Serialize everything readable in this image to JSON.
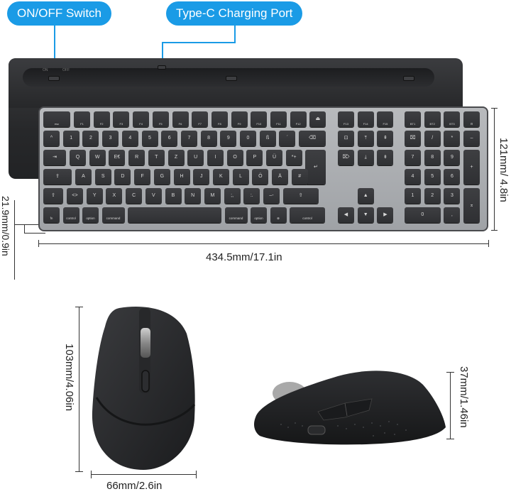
{
  "callouts": {
    "switch": "ON/OFF Switch",
    "port": "Type-C  Charging Port"
  },
  "switch_labels": {
    "on": "ON",
    "off": "OFF"
  },
  "keyboard": {
    "rows": [
      [
        "esc",
        "F1",
        "F2",
        "F3",
        "F4",
        "F5",
        "F6",
        "F7",
        "F8",
        "F9",
        "F10",
        "F11",
        "F12",
        "⏏"
      ],
      [
        "^",
        "1",
        "2",
        "3",
        "4",
        "5",
        "6",
        "7",
        "8",
        "9",
        "0",
        "ß",
        "´",
        "⌫"
      ],
      [
        "⇥",
        "Q",
        "W",
        "E€",
        "R",
        "T",
        "Z",
        "U",
        "I",
        "O",
        "P",
        "Ü",
        "*+",
        "↵"
      ],
      [
        "⇪",
        "A",
        "S",
        "D",
        "F",
        "G",
        "H",
        "J",
        "K",
        "L",
        "Ö",
        "Ä",
        "#"
      ],
      [
        "⇧",
        "<>",
        "Y",
        "X",
        "C",
        "V",
        "B",
        "N",
        "M",
        ";,",
        ":.",
        "–-",
        "⇧"
      ],
      [
        "fn",
        "control",
        "option",
        "command",
        "",
        "command",
        "option",
        "⊕",
        "control"
      ]
    ],
    "nav": [
      [
        "F13",
        "F14",
        "F15"
      ],
      [
        "⊡",
        "⤒",
        "⇞"
      ],
      [
        "⌦",
        "⤓",
        "⇟"
      ],
      [
        "▲"
      ],
      [
        "◀",
        "▼",
        "▶"
      ]
    ],
    "numpad": [
      [
        "BT1",
        "BT2",
        "BT3",
        "⊟"
      ],
      [
        "⌧",
        "/",
        "*",
        "–"
      ],
      [
        "7",
        "8",
        "9",
        "+"
      ],
      [
        "4",
        "5",
        "6"
      ],
      [
        "1",
        "2",
        "3",
        "⌅"
      ],
      [
        "0",
        ","
      ]
    ]
  },
  "dimensions": {
    "keyboard_height": "121mm/ 4.8in",
    "keyboard_width": "434.5mm/17.1in",
    "keyboard_depth": "21.9mm/0.9in",
    "mouse_length": "103mm/4.06in",
    "mouse_width": "66mm/2.6in",
    "mouse_height": "37mm/1.46in"
  },
  "colors": {
    "accent": "#1a9be6",
    "keycap": "#333437",
    "frame": "#aaacaf",
    "body": "#2a2b2d"
  }
}
